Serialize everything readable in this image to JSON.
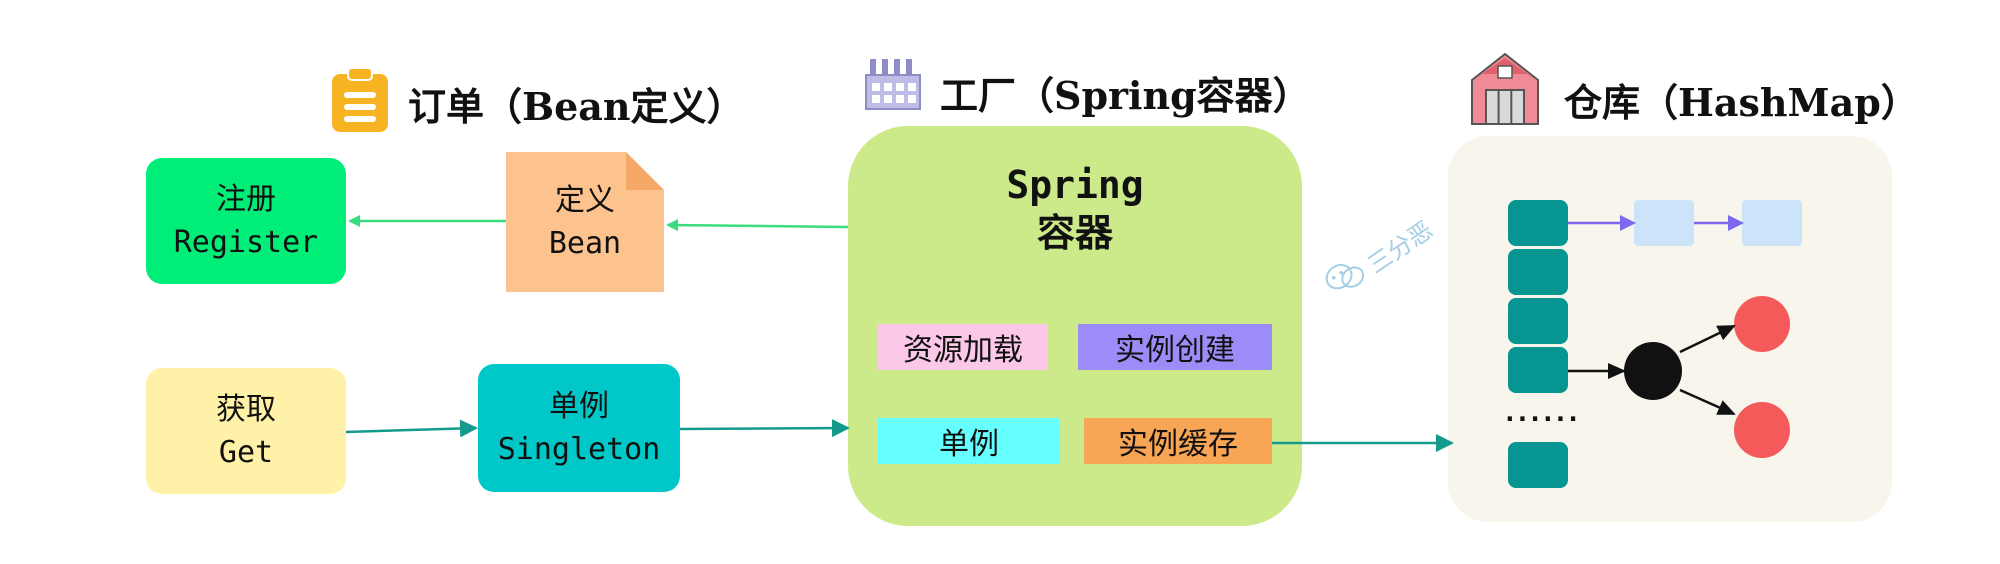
{
  "titles": {
    "order": "订单（Bean定义）",
    "factory": "工厂（Spring容器）",
    "warehouse": "仓库（HashMap）"
  },
  "left": {
    "register": {
      "line1": "注册",
      "line2": "Register"
    },
    "define_bean": {
      "line1": "定义",
      "line2": "Bean"
    },
    "get": {
      "line1": "获取",
      "line2": "Get"
    },
    "singleton": {
      "line1": "单例",
      "line2": "Singleton"
    }
  },
  "container": {
    "title_line1": "Spring",
    "title_line2": "容器",
    "tags": {
      "resource_loading": "资源加载",
      "instance_creation": "实例创建",
      "singleton": "单例",
      "instance_cache": "实例缓存"
    }
  },
  "hashmap": {
    "ellipsis": "......"
  },
  "watermark": "三分恶",
  "colors": {
    "register": "#00ee77",
    "define_bean": "#fcc38e",
    "get": "#fff2a8",
    "singleton": "#00c8c8",
    "container": "#cdea8a",
    "warehouse": "#f8f5ec",
    "teal_block": "#079591",
    "light_block": "#cce4fa",
    "red_node": "#f55a5a",
    "arrow_teal": "#129a8d",
    "arrow_green": "#39dd80",
    "arrow_purple": "#7b68ee"
  },
  "icons": [
    "clipboard-icon",
    "factory-icon",
    "warehouse-icon",
    "wechat-icon"
  ]
}
